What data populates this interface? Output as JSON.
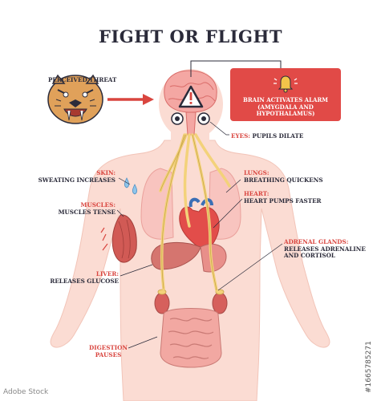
{
  "title": "FIGHT OR FLIGHT",
  "threat": {
    "label": "PERCEIVED THREAT"
  },
  "alarm": {
    "line1": "BRAIN ACTIVATES ALARM",
    "line2": "(AMYGDALA AND HYPOTHALAMUS)"
  },
  "eyes": {
    "name": "EYES:",
    "desc": "PUPILS DILATE"
  },
  "skin": {
    "name": "SKIN:",
    "desc": "SWEATING INCREASES"
  },
  "lungs": {
    "name": "LUNGS:",
    "desc": "BREATHING QUICKENS"
  },
  "muscles": {
    "name": "MUSCLES:",
    "desc": "MUSCLES TENSE"
  },
  "heart": {
    "name": "HEART:",
    "desc": "HEART PUMPS FASTER"
  },
  "adrenal": {
    "name": "ADRENAL GLANDS:",
    "desc1": "RELEASES ADRENALINE",
    "desc2": "AND CORTISOL"
  },
  "liver": {
    "name": "LIVER:",
    "desc": "RELEASES GLUCOSE"
  },
  "digestion": {
    "line1": "DIGESTION",
    "line2": "PAUSES"
  },
  "stock_id": "#1665785271",
  "source": "Adobe Stock",
  "colors": {
    "accent": "#d9453f",
    "text": "#2b2b3a",
    "body": "#fbd9d0",
    "nerve": "#f3d27a"
  }
}
